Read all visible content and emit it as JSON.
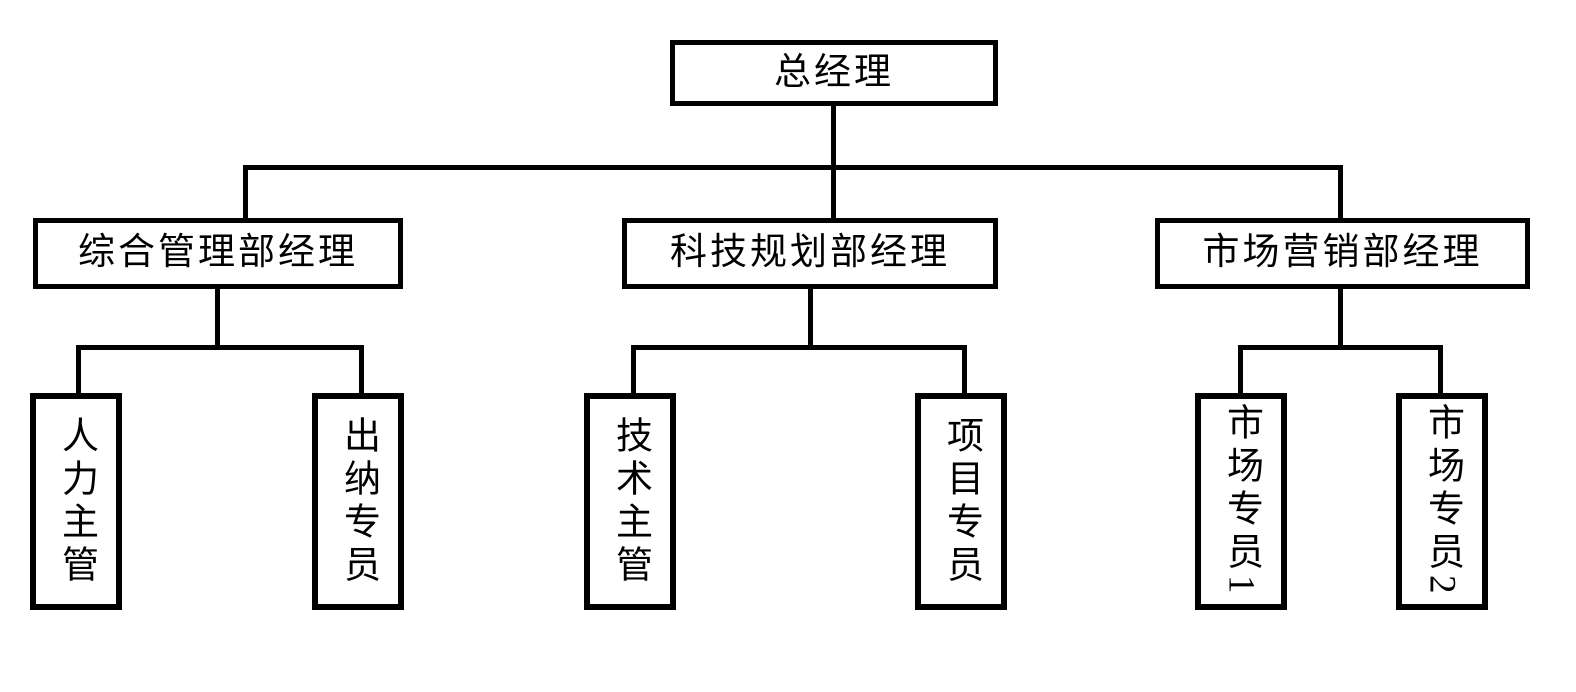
{
  "chart": {
    "type": "org-chart",
    "title": "",
    "orientation": "top-down",
    "line_color": "#000000",
    "box_border_color": "#000000",
    "box_fill_color": "#ffffff",
    "background_color": "#ffffff",
    "levels": 3
  },
  "nodes": {
    "root": {
      "label": "总经理",
      "level": 1,
      "text_orientation": "horizontal"
    },
    "departments": [
      {
        "id": "dept-admin",
        "label": "综合管理部经理",
        "level": 2,
        "text_orientation": "horizontal"
      },
      {
        "id": "dept-tech",
        "label": "科技规划部经理",
        "level": 2,
        "text_orientation": "horizontal"
      },
      {
        "id": "dept-marketing",
        "label": "市场营销部经理",
        "level": 2,
        "text_orientation": "horizontal"
      }
    ],
    "staff": [
      {
        "id": "staff-hr-supervisor",
        "label": "人力主管",
        "level": 3,
        "parent": "dept-admin",
        "text_orientation": "vertical"
      },
      {
        "id": "staff-cashier",
        "label": "出纳专员",
        "level": 3,
        "parent": "dept-admin",
        "text_orientation": "vertical"
      },
      {
        "id": "staff-tech-supervisor",
        "label": "技术主管",
        "level": 3,
        "parent": "dept-tech",
        "text_orientation": "vertical"
      },
      {
        "id": "staff-project-specialist",
        "label": "项目专员",
        "level": 3,
        "parent": "dept-tech",
        "text_orientation": "vertical"
      },
      {
        "id": "staff-marketing-1",
        "label": "市场专员1",
        "level": 3,
        "parent": "dept-marketing",
        "text_orientation": "vertical"
      },
      {
        "id": "staff-marketing-2",
        "label": "市场专员2",
        "level": 3,
        "parent": "dept-marketing",
        "text_orientation": "vertical"
      }
    ]
  }
}
